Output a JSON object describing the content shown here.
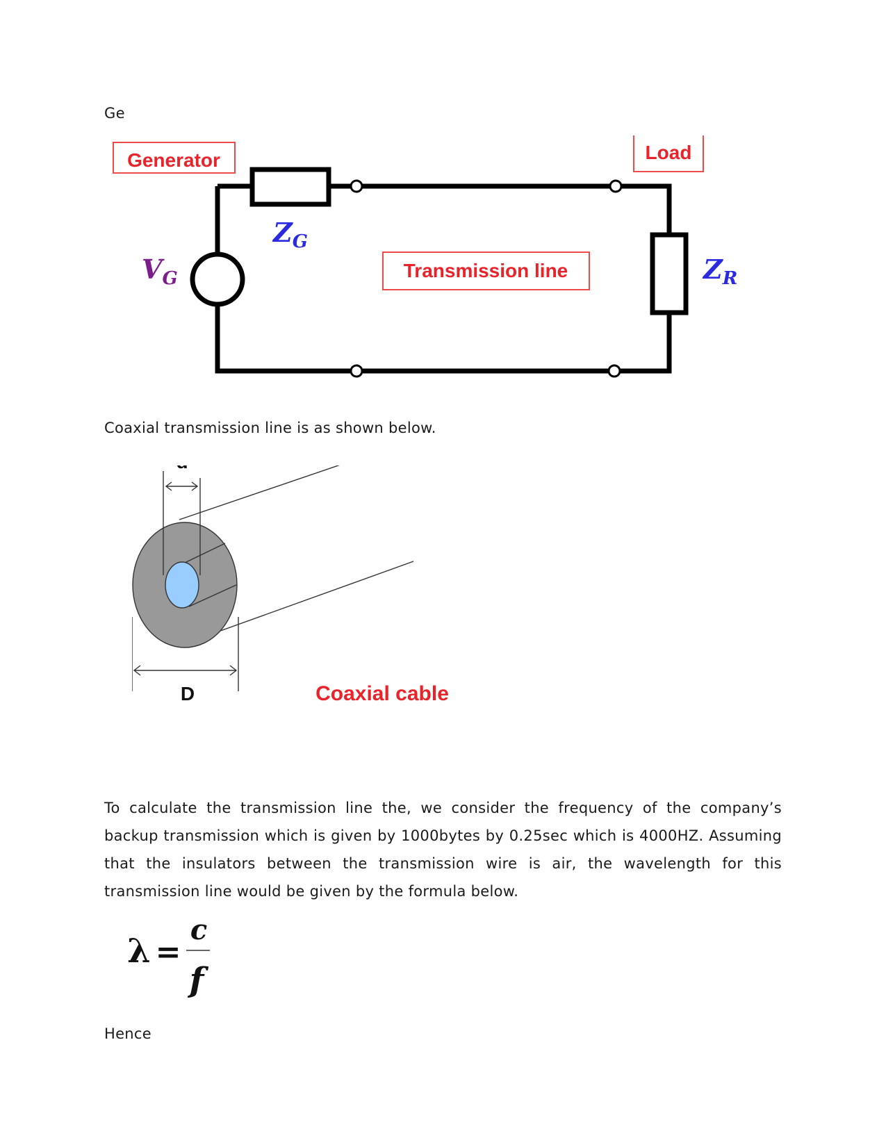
{
  "paragraphs": {
    "intro": "Ge",
    "coax_caption": "Coaxial transmission line is as shown below.",
    "body": "To calculate the transmission line the, we consider the frequency of the company’s backup transmission which is given by 1000bytes by 0.25sec which is 4000HZ. Assuming that the insulators between the transmission wire is air, the wavelength for this transmission line would be given by the formula below.",
    "hence": "Hence"
  },
  "circuit_diagram": {
    "generator_label": "Generator",
    "load_label": "Load",
    "line_label": "Transmission line",
    "source_symbol": {
      "main": "V",
      "sub": "G"
    },
    "source_impedance": {
      "main": "Z",
      "sub": "G"
    },
    "load_impedance": {
      "main": "Z",
      "sub": "R"
    },
    "colors": {
      "labels": "#e8232a",
      "impedance": "#2a2adf",
      "voltage": "#7b1d8c"
    }
  },
  "coax_diagram": {
    "inner_dim": "d",
    "outer_dim": "D",
    "title": "Coaxial cable",
    "colors": {
      "dielectric": "#999999",
      "conductor": "#99ccff",
      "title": "#e8232a"
    }
  },
  "formula": {
    "lhs": "λ",
    "equals": "=",
    "numerator": "c",
    "denominator": "f"
  }
}
